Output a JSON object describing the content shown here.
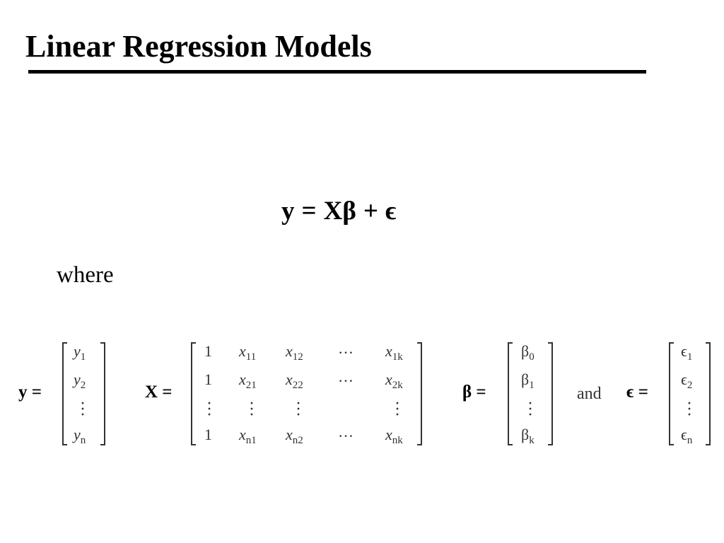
{
  "slide": {
    "title": "Linear Regression Models",
    "equation": {
      "lhs": "y",
      "equals": "=",
      "rhs_term": "Xβ",
      "plus": "+",
      "error": "ϵ"
    },
    "where_label": "where",
    "definitions": {
      "y_label": "y =",
      "y_entries": [
        "y",
        "y",
        "y"
      ],
      "y_subs": [
        "1",
        "2",
        "n"
      ],
      "X_label": "X =",
      "X_rows": [
        {
          "c0": "1",
          "c1": "x",
          "c1s": "11",
          "c2": "x",
          "c2s": "12",
          "c3": "…",
          "c4": "x",
          "c4s": "1k"
        },
        {
          "c0": "1",
          "c1": "x",
          "c1s": "21",
          "c2": "x",
          "c2s": "22",
          "c3": "…",
          "c4": "x",
          "c4s": "2k"
        },
        {
          "c0": "1",
          "c1": "x",
          "c1s": "n1",
          "c2": "x",
          "c2s": "n2",
          "c3": "…",
          "c4": "x",
          "c4s": "nk"
        }
      ],
      "beta_label": "β =",
      "beta_entries": [
        "β",
        "β",
        "β"
      ],
      "beta_subs": [
        "0",
        "1",
        "k"
      ],
      "and_word": "and",
      "eps_label": "ϵ =",
      "eps_entries": [
        "ϵ",
        "ϵ",
        "ϵ"
      ],
      "eps_subs": [
        "1",
        "2",
        "n"
      ]
    }
  }
}
